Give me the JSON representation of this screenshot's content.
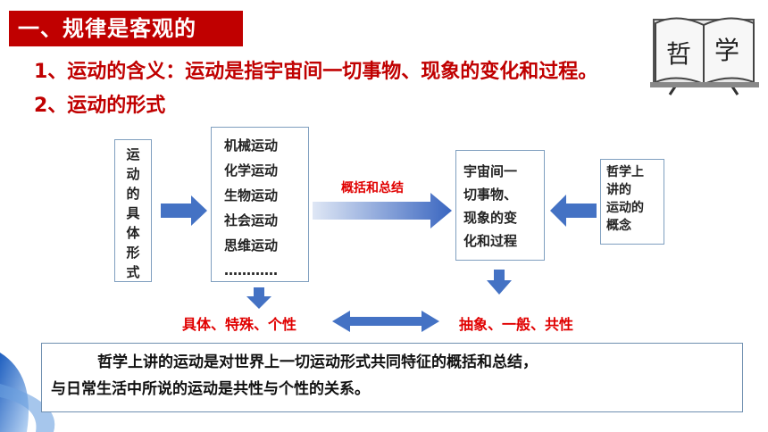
{
  "heading": "一、规律是客观的",
  "point1": "1、运动的含义：运动是指宇宙间一切事物、现象的变化和过程。",
  "point2": "2、运动的形式",
  "logo": {
    "chars": [
      "哲",
      "学"
    ]
  },
  "diagram": {
    "forms_box": [
      "运",
      "动",
      "的",
      "具",
      "体",
      "形",
      "式"
    ],
    "forms_list": [
      "机械运动",
      "化学运动",
      "生物运动",
      "社会运动",
      "思维运动",
      "…………"
    ],
    "summary_label": "概括和总结",
    "definition_box": [
      "宇宙间一",
      "切事物、",
      "现象的变",
      "化和过程"
    ],
    "concept_box": [
      "哲学上",
      "讲的",
      "运动的",
      "概念"
    ],
    "left_traits": "具体、特殊、个性",
    "right_traits": "抽象、一般、共性"
  },
  "conclusion": {
    "line1": "哲学上讲的运动是对世界上一切运动形式共同特征的概括和总结，",
    "line2": "与日常生活中所说的运动是共性与个性的关系。"
  },
  "colors": {
    "accent_red": "#c00000",
    "arrow_blue": "#4472c4"
  }
}
